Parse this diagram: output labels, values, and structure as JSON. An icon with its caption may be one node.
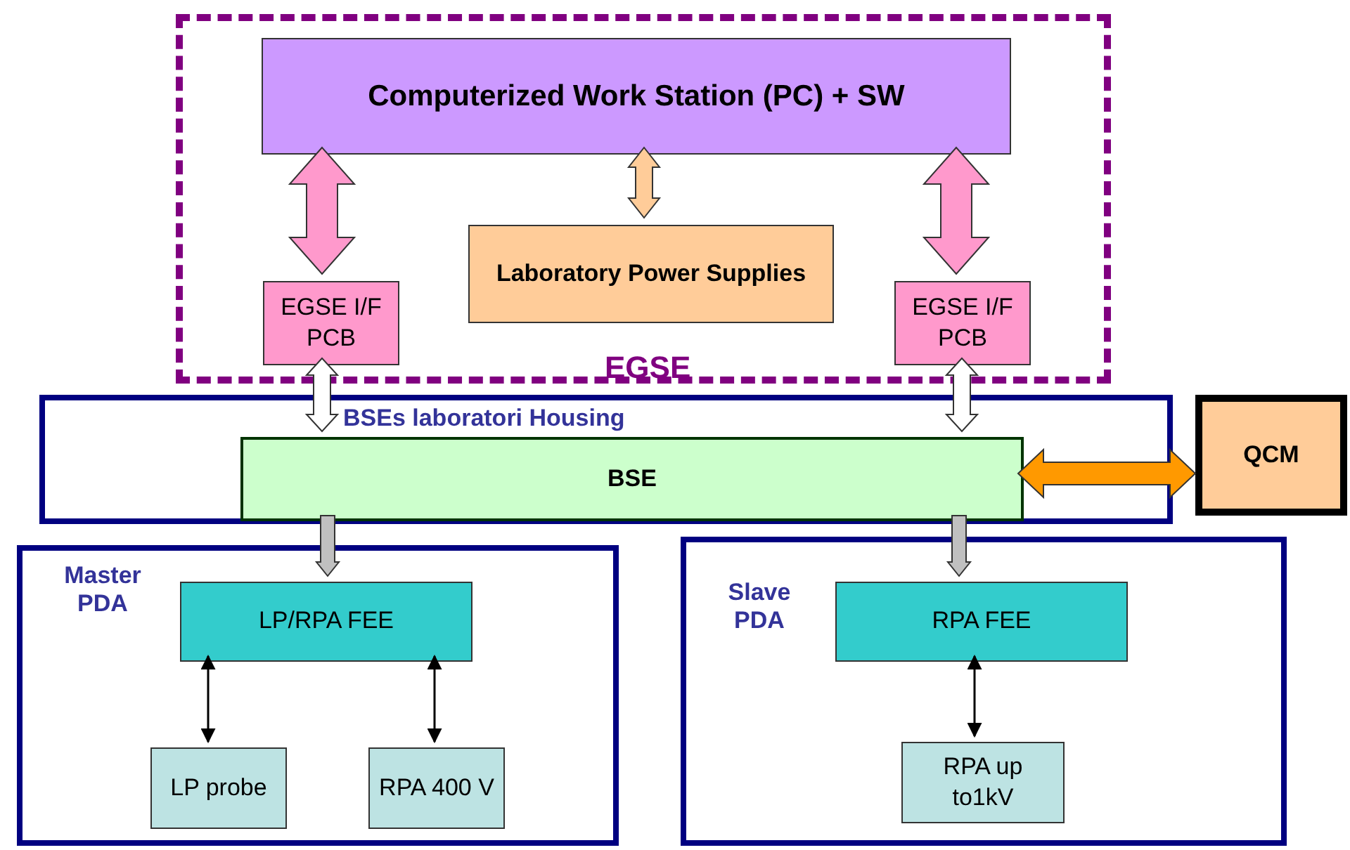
{
  "diagram": {
    "nodes": [
      {
        "text": [
          "EGSE"
        ]
      },
      {
        "text": [
          "Computerized Work Station (PC) + SW"
        ],
        "in": 0
      },
      {
        "text": [
          "EGSE I/F PCB"
        ],
        "in": 0
      },
      {
        "text": [
          "Laboratory Power Supplies"
        ],
        "in": 0
      },
      {
        "text": [
          "EGSE I/F PCB"
        ],
        "in": 0
      },
      {
        "text": [
          "BSEs laboratori Housing"
        ]
      },
      {
        "text": [
          "BSE"
        ],
        "in": 5
      },
      {
        "text": [
          "QCM"
        ]
      },
      {
        "text": [
          "Master PDA"
        ]
      },
      {
        "text": [
          "LP/RPA FEE"
        ],
        "in": 8
      },
      {
        "text": [
          "LP probe"
        ],
        "in": 8
      },
      {
        "text": [
          "RPA 400 V"
        ],
        "in": 8
      },
      {
        "text": [
          "Slave PDA"
        ]
      },
      {
        "text": [
          "RPA FEE"
        ],
        "in": 12
      },
      {
        "text": [
          "RPA up to1kV"
        ],
        "in": 12
      }
    ],
    "edges": [
      {
        "from": 1,
        "to": 2,
        "arrow": "both",
        "style": "thick",
        "color": "#ff99cc"
      },
      {
        "from": 1,
        "to": 3,
        "arrow": "both",
        "style": "thick",
        "color": "#ffcc99"
      },
      {
        "from": 1,
        "to": 4,
        "arrow": "both",
        "style": "thick",
        "color": "#ff99cc"
      },
      {
        "from": 2,
        "to": 6,
        "arrow": "both",
        "style": "thick",
        "color": "#ffffff"
      },
      {
        "from": 4,
        "to": 6,
        "arrow": "both",
        "style": "thick",
        "color": "#ffffff"
      },
      {
        "from": 6,
        "to": 7,
        "arrow": "both",
        "style": "thick",
        "color": "#ff9900"
      },
      {
        "from": 6,
        "to": 9,
        "arrow": "to",
        "style": "thick",
        "color": "#c0c0c0"
      },
      {
        "from": 6,
        "to": 13,
        "arrow": "to",
        "style": "thick",
        "color": "#c0c0c0"
      },
      {
        "from": 9,
        "to": 10,
        "arrow": "both"
      },
      {
        "from": 9,
        "to": 11,
        "arrow": "both"
      },
      {
        "from": 13,
        "to": 14,
        "arrow": "both"
      }
    ]
  }
}
